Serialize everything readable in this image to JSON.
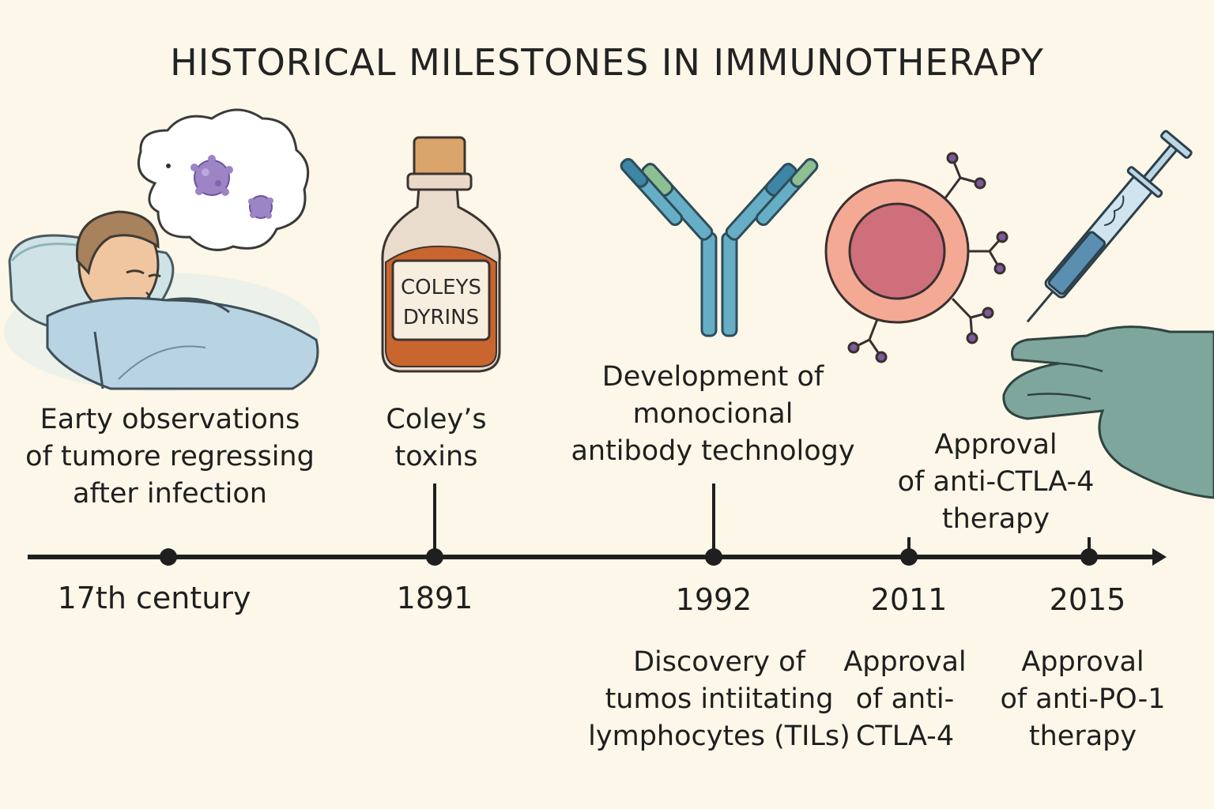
{
  "title": "HISTORICAL MILESTONES IN IMMUNOTHERAPY",
  "bottle_label": [
    "COLEYS",
    "DYRINS"
  ],
  "milestones_top": [
    {
      "lines": [
        "Earty observations",
        "of tumore regressing",
        "after infection"
      ]
    },
    {
      "lines": [
        "Coley’s",
        "toxins"
      ]
    },
    {
      "lines": [
        "Development of",
        "monocional",
        "antibody technology"
      ]
    },
    {
      "lines": [
        "Approval",
        "of anti-CTLA-4",
        "therapy"
      ]
    }
  ],
  "years": [
    "17th century",
    "1891",
    "1992",
    "2011",
    "2015"
  ],
  "milestones_bottom": [
    {
      "lines": [
        "Discovery of",
        "tumos intiitating",
        "lymphocytes (TILs)"
      ]
    },
    {
      "lines": [
        "Approval",
        "of anti-",
        "CTLA-4"
      ]
    },
    {
      "lines": [
        "Approval",
        "of anti-PO-1",
        "therapy"
      ]
    }
  ]
}
